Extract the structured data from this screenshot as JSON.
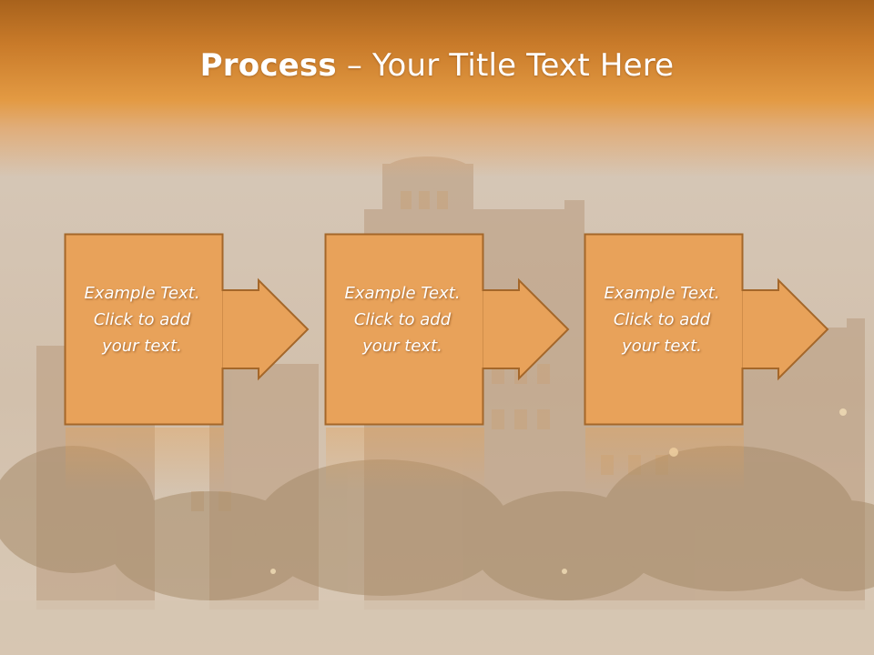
{
  "slide": {
    "title_strong": "Process",
    "title_separator": " – ",
    "title_rest": "Your Title Text Here",
    "steps": [
      {
        "line1": "Example Text.",
        "line2": "Click  to add",
        "line3": "your text."
      },
      {
        "line1": "Example Text.",
        "line2": "Click  to add",
        "line3": "your text."
      },
      {
        "line1": "Example Text.",
        "line2": "Click  to add",
        "line3": "your text."
      }
    ]
  },
  "colors": {
    "title_band": "#c97b2a",
    "box_fill": "#e8a25a",
    "box_border": "#a4672a",
    "text": "#ffffff"
  }
}
